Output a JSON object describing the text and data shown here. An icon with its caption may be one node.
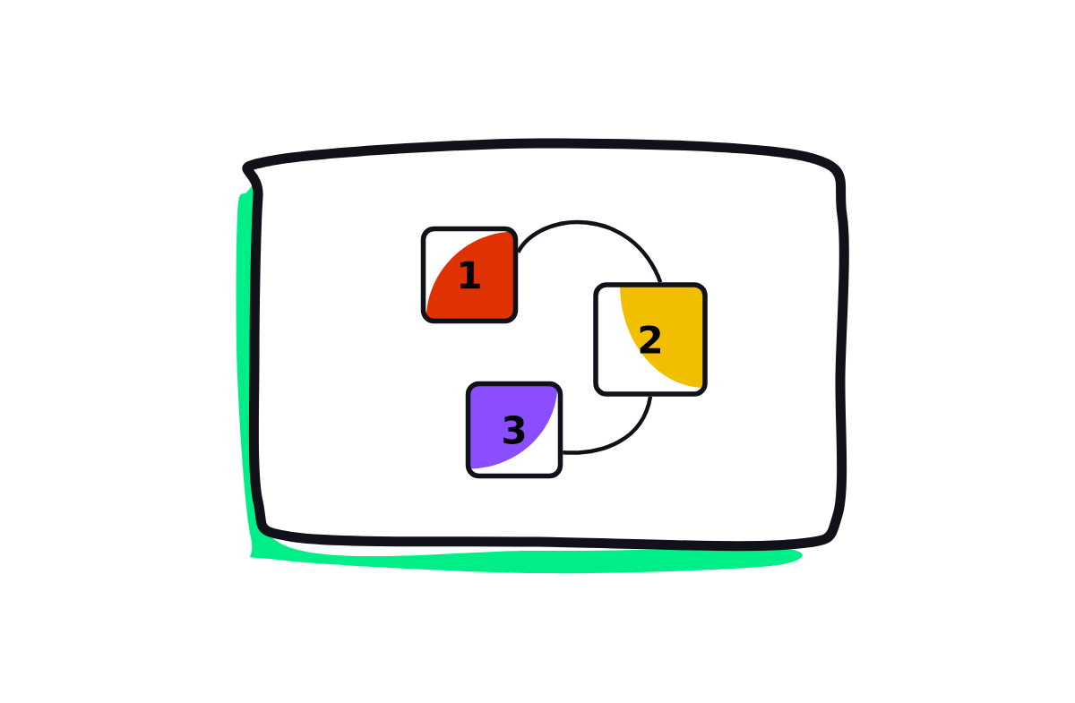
{
  "diagram": {
    "nodes": [
      {
        "text": [
          "1"
        ]
      },
      {
        "text": [
          "2"
        ]
      },
      {
        "text": [
          "3"
        ]
      }
    ],
    "edges": [
      {
        "from": 0,
        "to": 1,
        "arrow": "none"
      },
      {
        "from": 1,
        "to": 2,
        "arrow": "none"
      }
    ]
  }
}
